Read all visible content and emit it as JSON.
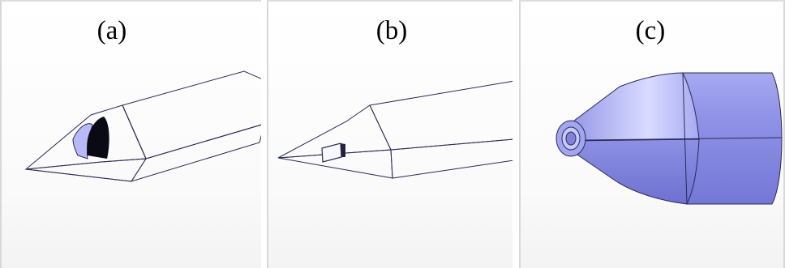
{
  "figure": {
    "panels": [
      {
        "label": "(a)"
      },
      {
        "label": "(b)"
      },
      {
        "label": "(c)"
      }
    ]
  },
  "colors": {
    "part_light": "#d9dcff",
    "part_mid": "#a9acf2",
    "part_dark": "#7d80dc",
    "edge": "#2a2a55",
    "hole": "#0a0a14"
  }
}
